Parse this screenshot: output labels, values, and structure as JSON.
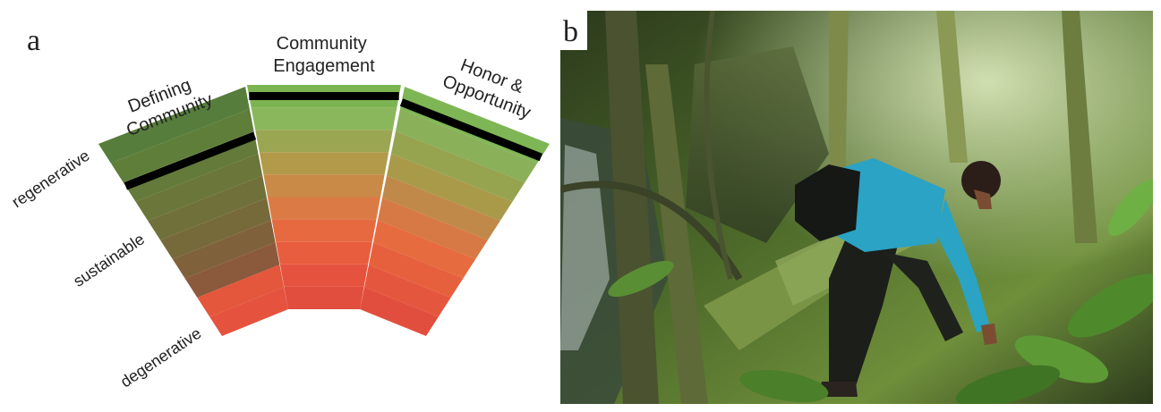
{
  "panel_a": {
    "letter": "a",
    "segments": [
      {
        "title_lines": [
          "Defining",
          "Community"
        ],
        "marker_level": 0.78,
        "bands": [
          "#577d3c",
          "#5e7e3a",
          "#637a3a",
          "#6a763a",
          "#70703a",
          "#776a3a",
          "#7f623b",
          "#8b593c",
          "#e4573c",
          "#e5533e"
        ]
      },
      {
        "title_lines": [
          "Community",
          "Engagement"
        ],
        "marker_level": 0.95,
        "bands": [
          "#7cb452",
          "#8ab75b",
          "#9aa652",
          "#b39a4a",
          "#c98a47",
          "#db7a44",
          "#e6693f",
          "#e85d3e",
          "#e5533e",
          "#e24e3d"
        ]
      },
      {
        "title_lines": [
          "Honor &",
          "Opportunity"
        ],
        "marker_level": 0.93,
        "bands": [
          "#7fb655",
          "#8ab05a",
          "#96a450",
          "#a99a4a",
          "#c0894a",
          "#d77944",
          "#e66b3f",
          "#e6603e",
          "#e5563e",
          "#e24e3d"
        ]
      }
    ],
    "scale_labels": {
      "top": "regenerative",
      "middle": "sustainable",
      "bottom": "degenerative"
    },
    "colors": {
      "regenerative": "#7cb452",
      "degenerative": "#e24e3d",
      "marker": "#000000"
    }
  },
  "panel_b": {
    "letter": "b"
  }
}
